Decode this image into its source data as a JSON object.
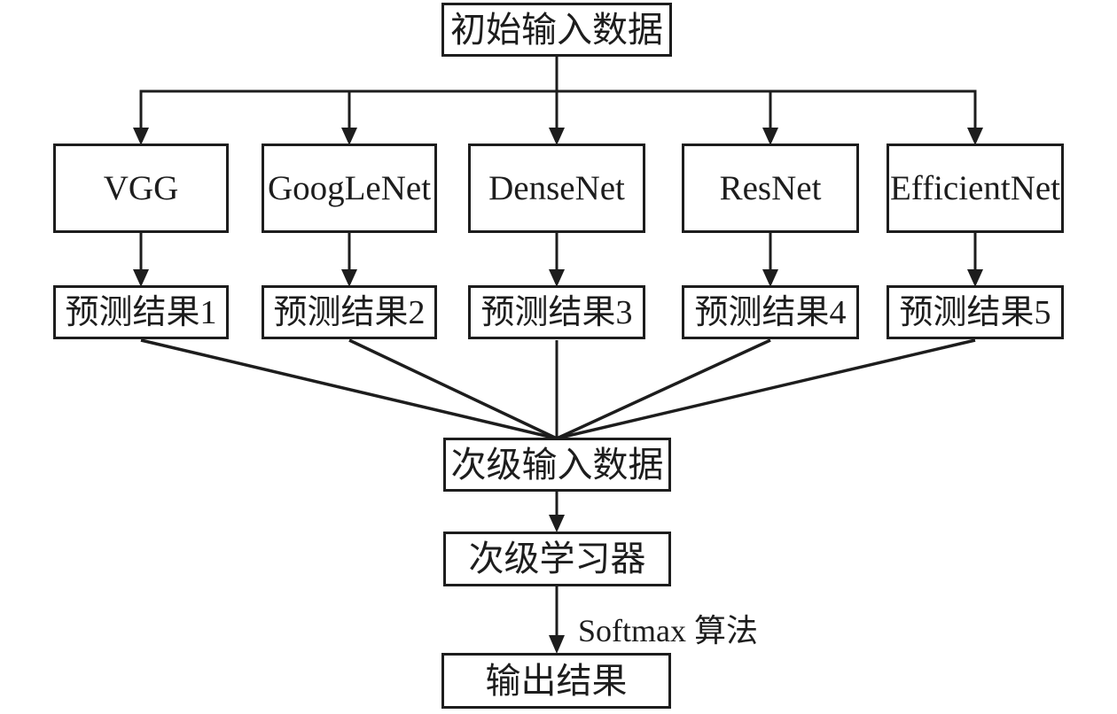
{
  "nodes": {
    "initial_input": "初始输入数据",
    "models": [
      "VGG",
      "GoogLeNet",
      "DenseNet",
      "ResNet",
      "EfficientNet"
    ],
    "predictions": [
      "预测结果1",
      "预测结果2",
      "预测结果3",
      "预测结果4",
      "预测结果5"
    ],
    "secondary_input": "次级输入数据",
    "secondary_learner": "次级学习器",
    "output": "输出结果"
  },
  "edge_label": "Softmax 算法",
  "colors": {
    "line": "#1d1d1d",
    "background": "#ffffff",
    "text": "#1d1d1d"
  }
}
